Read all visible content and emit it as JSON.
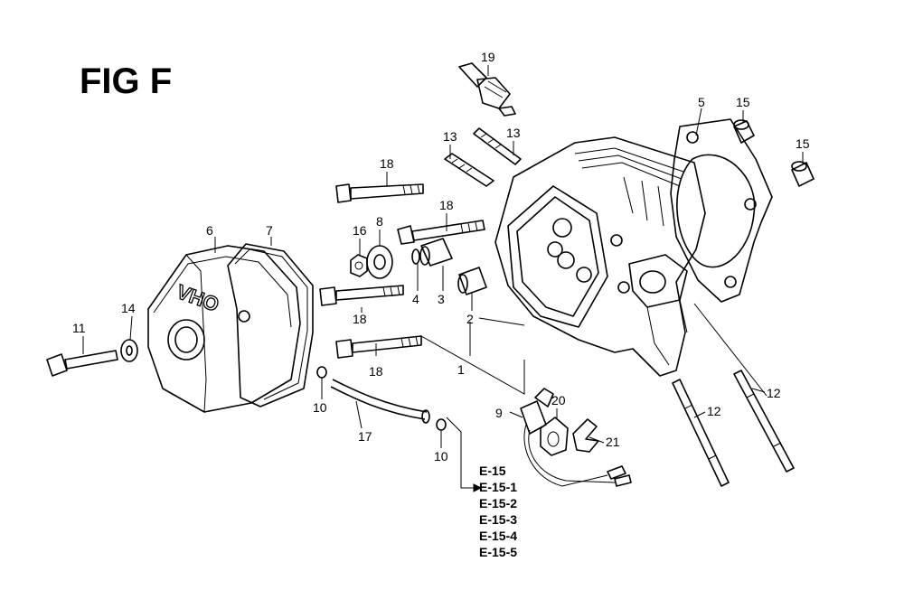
{
  "title": "FIG F",
  "callouts": [
    "19",
    "13",
    "13",
    "5",
    "15",
    "15",
    "18",
    "18",
    "16",
    "8",
    "6",
    "7",
    "4",
    "3",
    "2",
    "1",
    "18",
    "18",
    "14",
    "11",
    "10",
    "17",
    "10",
    "9",
    "20",
    "21",
    "12",
    "12"
  ],
  "references": [
    "E-15",
    "E-15-1",
    "E-15-2",
    "E-15-3",
    "E-15-4",
    "E-15-5"
  ],
  "logo_text": "OHV"
}
